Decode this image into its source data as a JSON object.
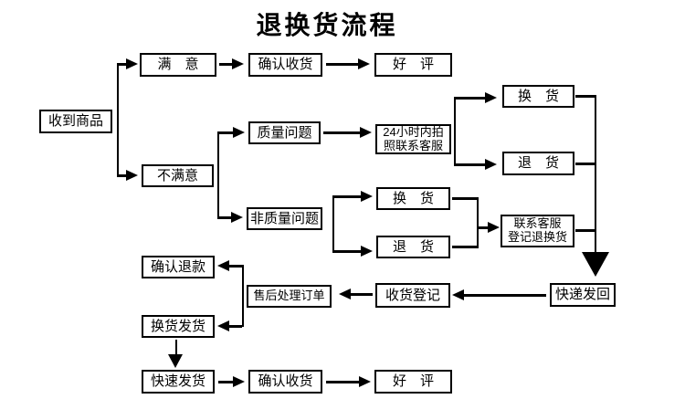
{
  "title": "退换货流程",
  "nodes": {
    "received": "收到商品",
    "satisfied": "满　意",
    "confirm_receipt_top": "确认收货",
    "good_review_top": "好　评",
    "unsatisfied": "不满意",
    "quality_issue": "质量问题",
    "photo_24h": "24小时内拍\n照联系客服",
    "non_quality_issue": "非质量问题",
    "exchange_top": "换　货",
    "return_top": "退　货",
    "exchange_mid": "换　货",
    "return_mid": "退　货",
    "contact_cs": "联系客服\n登记退换货",
    "express_back": "快递发回",
    "receipt_register": "收货登记",
    "aftersales_order": "售后处理订单",
    "confirm_refund": "确认退款",
    "exchange_ship": "换货发货",
    "fast_ship": "快速发货",
    "confirm_receipt_bottom": "确认收货",
    "good_review_bottom": "好　评"
  },
  "colors": {
    "line": "#000000",
    "box_border": "#000000",
    "background": "#ffffff",
    "text": "#000000"
  }
}
